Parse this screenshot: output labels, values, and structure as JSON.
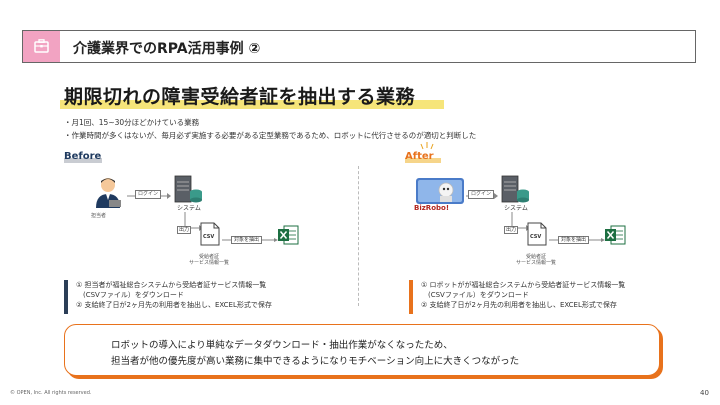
{
  "header": {
    "title": "介護業界でのRPA活用事例 ②",
    "icon": "briefcase-icon",
    "accent_color": "#f2a3c2"
  },
  "page": {
    "title": "期限切れの障害受給者証を抽出する業務",
    "highlight_color": "#f6e57a",
    "bullets": [
      "・月1回、15~30分ほどかけている業務",
      "・作業時間が多くはないが、毎月必ず実施する必要がある定型業務であるため、ロボットに代行させるのが適切と判断した"
    ]
  },
  "before": {
    "label": "Before",
    "actor_label": "担当者",
    "login": "ログイン",
    "system": "システム",
    "output": "出力",
    "csv": "CSV",
    "extract": "対象を抽出",
    "cert_line1": "受給者証",
    "cert_line2": "サービス情報一覧",
    "steps": [
      "① 担当者が福祉総合システムから受給者証サービス情報一覧",
      "　(CSVファイル）をダウンロード",
      "② 支給終了日が2ヶ月先の利用者を抽出し、EXCEL形式で保存"
    ],
    "color": "#2b3e57"
  },
  "after": {
    "label": "After",
    "robot_label": "BizRobo!",
    "login": "ログイン",
    "system": "システム",
    "output": "出力",
    "csv": "CSV",
    "extract": "対象を抽出",
    "cert_line1": "受給者証",
    "cert_line2": "サービス情報一覧",
    "steps": [
      "① ロボットがが福祉総合システムから受給者証サービス情報一覧",
      "　(CSVファイル）をダウンロード",
      "② 支給終了日が2ヶ月先の利用者を抽出し、EXCEL形式で保存"
    ],
    "color": "#e8721c"
  },
  "conclusion": {
    "line1": "ロボットの導入により単純なデータダウンロード・抽出作業がなくなったため、",
    "line2": "担当者が他の優先度が高い業務に集中できるようになりモチベーション向上に大きくつながった"
  },
  "footer": {
    "copyright": "© OPEN, Inc. All rights reserved.",
    "page_number": "40"
  }
}
